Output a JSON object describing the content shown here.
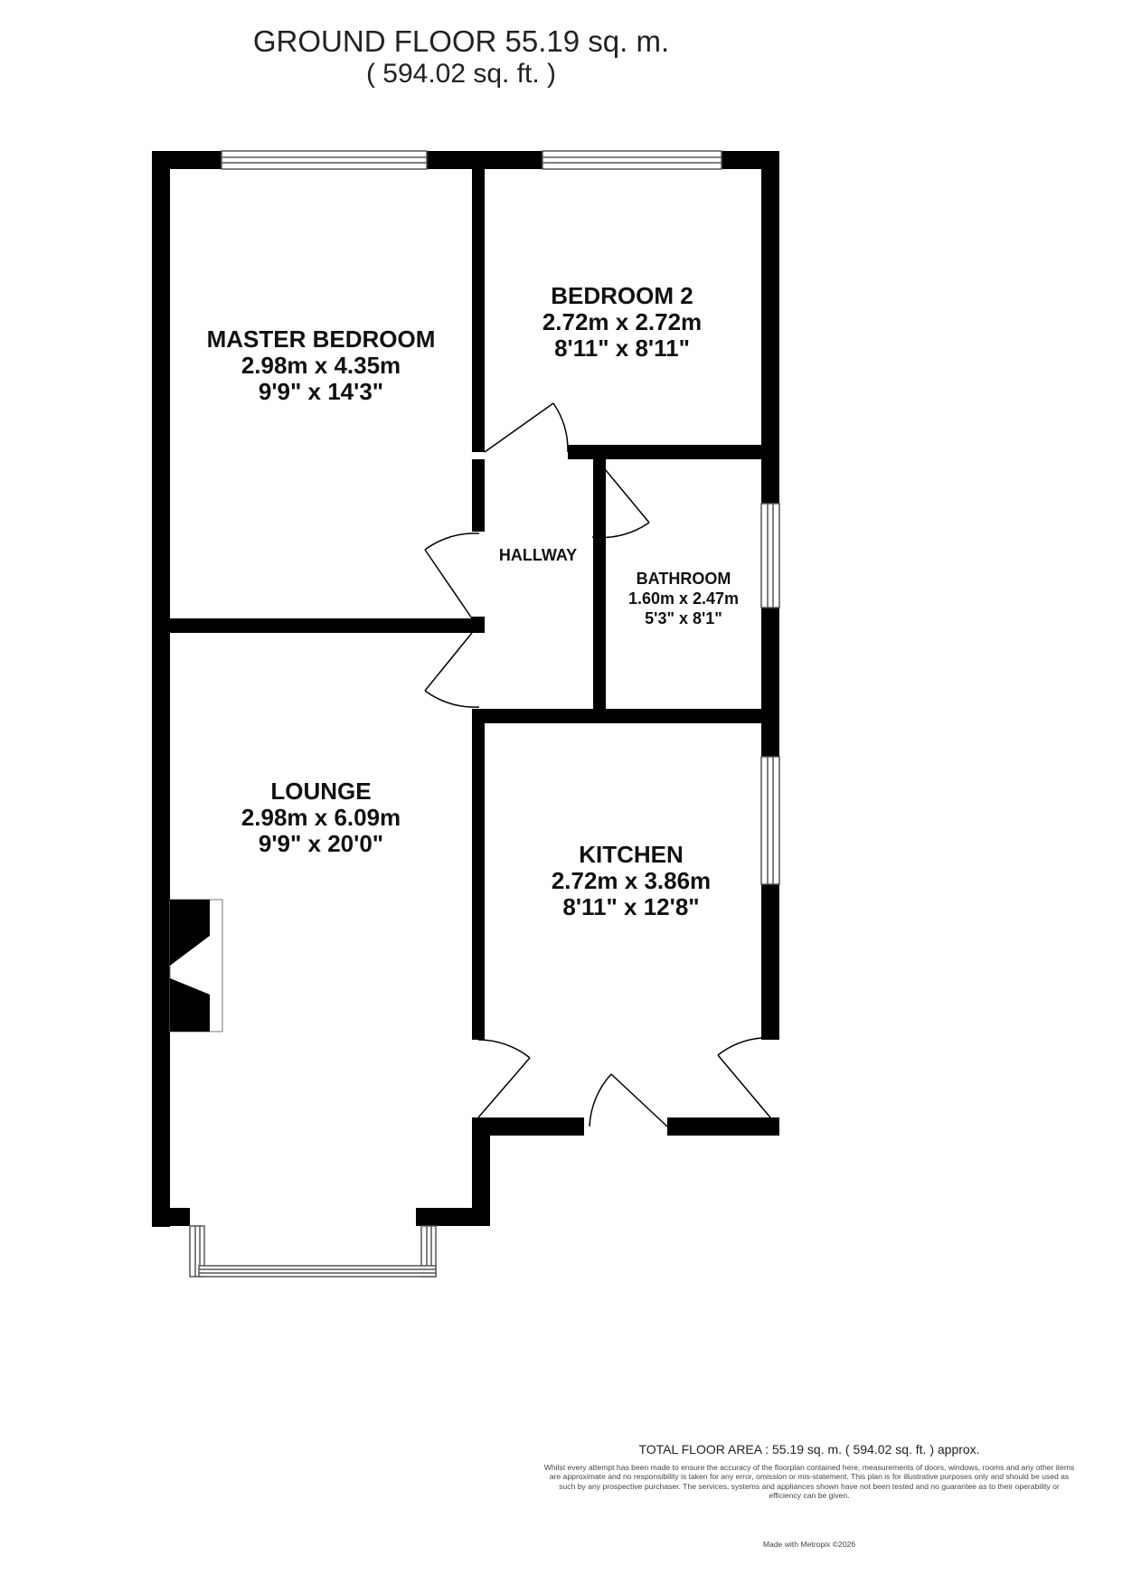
{
  "header": {
    "title": "GROUND FLOOR 55.19 sq. m.",
    "subtitle": "( 594.02 sq. ft. )"
  },
  "rooms": {
    "master_bedroom": {
      "name": "MASTER BEDROOM",
      "metric": "2.98m x 4.35m",
      "imperial": "9'9\" x 14'3\""
    },
    "bedroom_2": {
      "name": "BEDROOM 2",
      "metric": "2.72m x 2.72m",
      "imperial": "8'11\" x 8'11\""
    },
    "hallway": {
      "name": "HALLWAY"
    },
    "bathroom": {
      "name": "BATHROOM",
      "metric": "1.60m x 2.47m",
      "imperial": "5'3\" x 8'1\""
    },
    "lounge": {
      "name": "LOUNGE",
      "metric": "2.98m x 6.09m",
      "imperial": "9'9\" x 20'0\""
    },
    "kitchen": {
      "name": "KITCHEN",
      "metric": "2.72m x 3.86m",
      "imperial": "8'11\" x 12'8\""
    }
  },
  "footer": {
    "total": "TOTAL FLOOR AREA : 55.19 sq. m. ( 594.02 sq. ft. ) approx.",
    "disclaimer": "Whilst every attempt has been made to ensure the accuracy of the floorplan contained here, measurements of doors, windows, rooms and any other items are approximate and no responsibility is taken for any error, omission or mis-statement. This plan is for illustrative purposes only and should be used as such by any prospective purchaser. The services, systems and appliances shown have not been tested and no guarantee as to their operability or efficiency can be given.",
    "credit": "Made with Metropix ©2026"
  },
  "colors": {
    "wall": "#000000",
    "window_frame": "#555555",
    "background": "#ffffff"
  }
}
